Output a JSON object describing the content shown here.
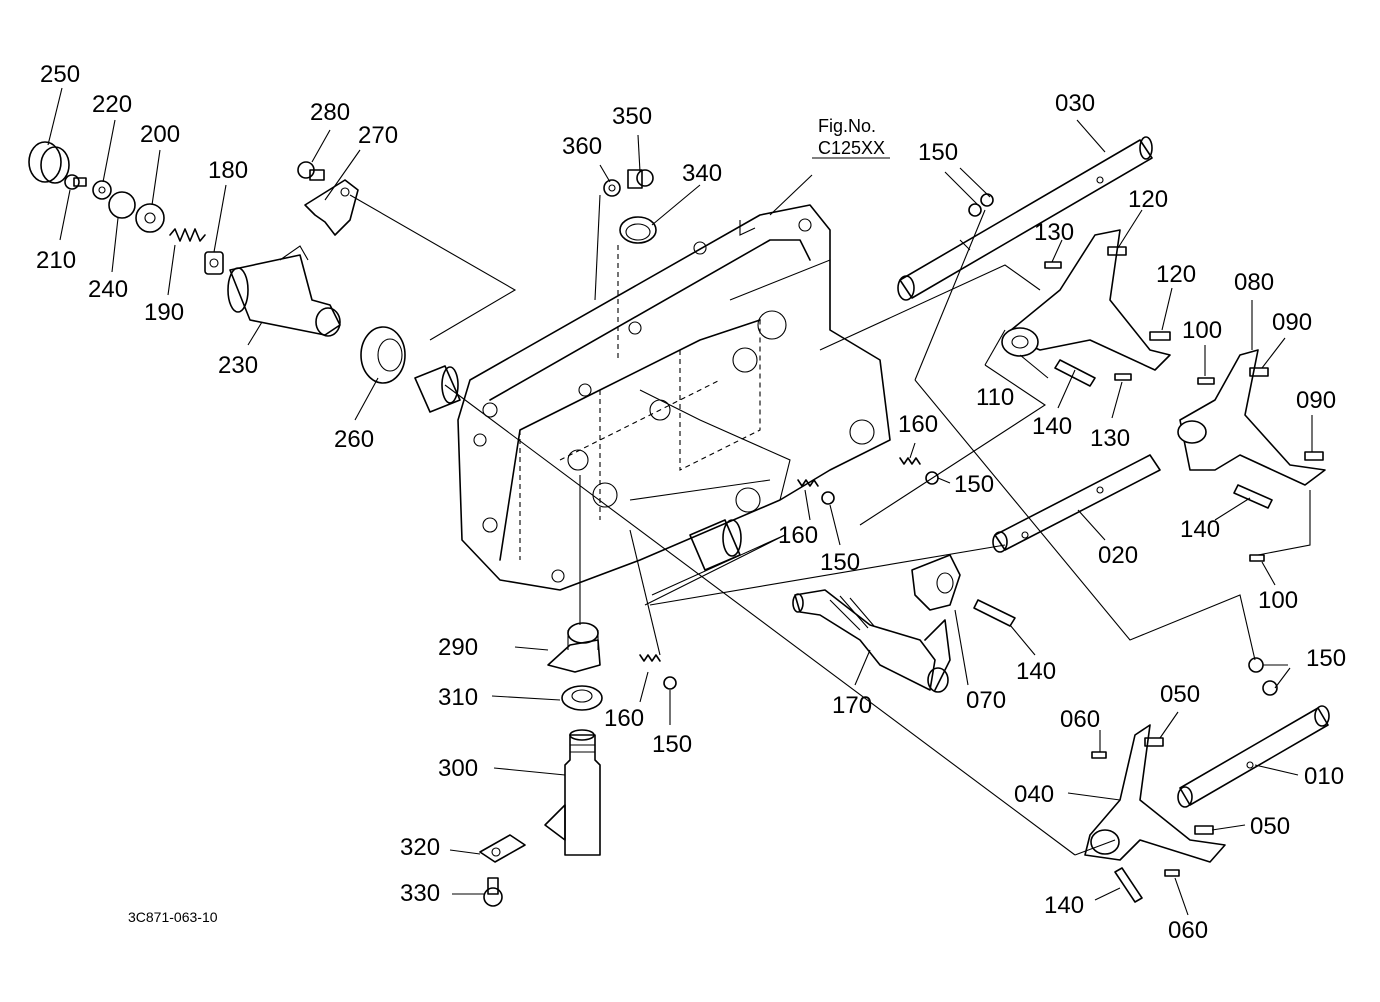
{
  "figure": {
    "fig_label": "Fig.No.",
    "fig_code": "C125XX",
    "drawing_code": "3C871-063-10"
  },
  "callouts": [
    {
      "id": "c250",
      "text": "250"
    },
    {
      "id": "c220",
      "text": "220"
    },
    {
      "id": "c200",
      "text": "200"
    },
    {
      "id": "c210",
      "text": "210"
    },
    {
      "id": "c240",
      "text": "240"
    },
    {
      "id": "c190",
      "text": "190"
    },
    {
      "id": "c180",
      "text": "180"
    },
    {
      "id": "c230",
      "text": "230"
    },
    {
      "id": "c280",
      "text": "280"
    },
    {
      "id": "c270",
      "text": "270"
    },
    {
      "id": "c260",
      "text": "260"
    },
    {
      "id": "c360",
      "text": "360"
    },
    {
      "id": "c350",
      "text": "350"
    },
    {
      "id": "c340",
      "text": "340"
    },
    {
      "id": "c030",
      "text": "030"
    },
    {
      "id": "c150a",
      "text": "150"
    },
    {
      "id": "c130a",
      "text": "130"
    },
    {
      "id": "c120a",
      "text": "120"
    },
    {
      "id": "c120b",
      "text": "120"
    },
    {
      "id": "c080",
      "text": "080"
    },
    {
      "id": "c100a",
      "text": "100"
    },
    {
      "id": "c090a",
      "text": "090"
    },
    {
      "id": "c110",
      "text": "110"
    },
    {
      "id": "c140a",
      "text": "140"
    },
    {
      "id": "c130b",
      "text": "130"
    },
    {
      "id": "c090b",
      "text": "090"
    },
    {
      "id": "c160a",
      "text": "160"
    },
    {
      "id": "c150b",
      "text": "150"
    },
    {
      "id": "c160b",
      "text": "160"
    },
    {
      "id": "c150c",
      "text": "150"
    },
    {
      "id": "c020",
      "text": "020"
    },
    {
      "id": "c140b",
      "text": "140"
    },
    {
      "id": "c100b",
      "text": "100"
    },
    {
      "id": "c290",
      "text": "290"
    },
    {
      "id": "c310",
      "text": "310"
    },
    {
      "id": "c160c",
      "text": "160"
    },
    {
      "id": "c150d",
      "text": "150"
    },
    {
      "id": "c300",
      "text": "300"
    },
    {
      "id": "c170",
      "text": "170"
    },
    {
      "id": "c070",
      "text": "070"
    },
    {
      "id": "c140c",
      "text": "140"
    },
    {
      "id": "c150e",
      "text": "150"
    },
    {
      "id": "c060a",
      "text": "060"
    },
    {
      "id": "c050a",
      "text": "050"
    },
    {
      "id": "c010",
      "text": "010"
    },
    {
      "id": "c040",
      "text": "040"
    },
    {
      "id": "c050b",
      "text": "050"
    },
    {
      "id": "c320",
      "text": "320"
    },
    {
      "id": "c330",
      "text": "330"
    },
    {
      "id": "c140d",
      "text": "140"
    },
    {
      "id": "c060b",
      "text": "060"
    }
  ]
}
